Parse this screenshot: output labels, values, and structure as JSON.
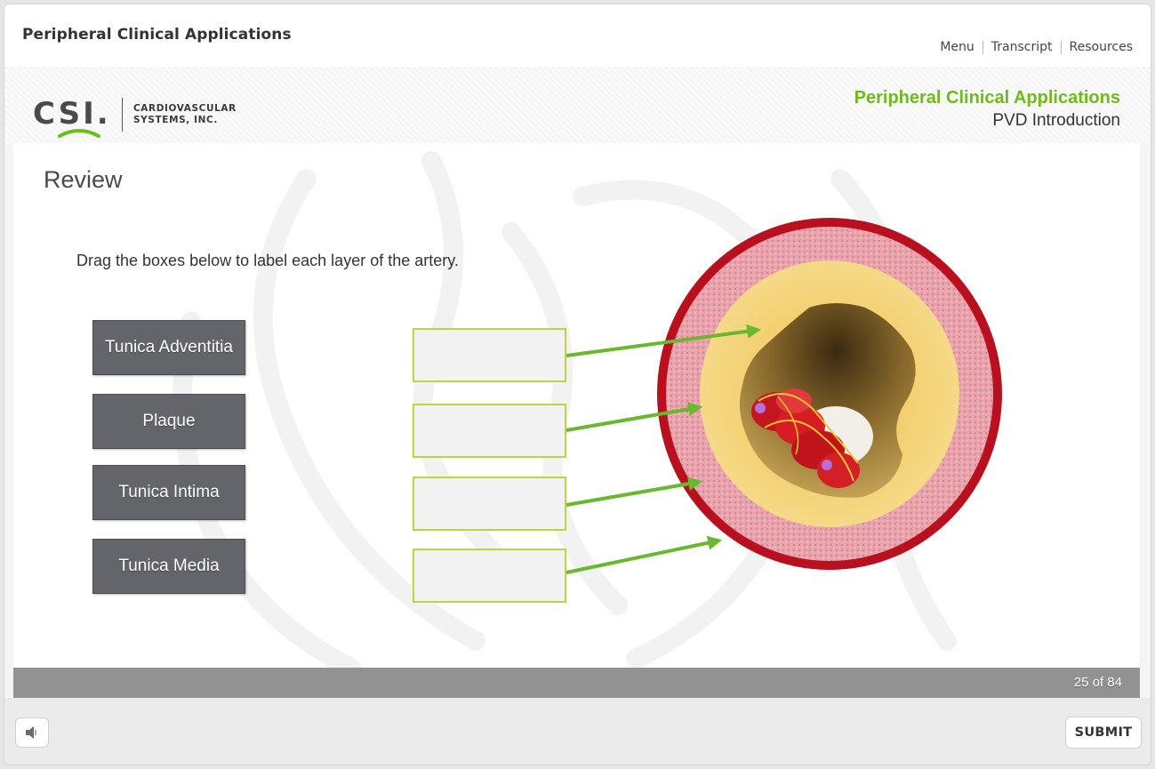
{
  "header": {
    "course_title": "Peripheral Clinical Applications",
    "links": [
      "Menu",
      "Transcript",
      "Resources"
    ]
  },
  "logo": {
    "mark": "CSI.",
    "company_line1": "CARDIOVASCULAR",
    "company_line2": "SYSTEMS, INC."
  },
  "lesson": {
    "title": "Peripheral Clinical Applications",
    "subtitle": "PVD Introduction"
  },
  "slide": {
    "title": "Review",
    "instruction": "Drag the boxes below to label each layer of the artery.",
    "drag_items": [
      "Tunica Adventitia",
      "Plaque",
      "Tunica Intima",
      "Tunica Media"
    ],
    "drop_targets": [
      "",
      "",
      "",
      ""
    ]
  },
  "footer": {
    "progress": "25 of 84",
    "submit_label": "SUBMIT"
  },
  "colors": {
    "accent_green": "#6fba1c",
    "drop_border": "#c0d43c",
    "drag_box": "#63656a",
    "artery_outer": "#b8101e",
    "arrow_green": "#6ab82e"
  },
  "icons": [
    "speaker-icon"
  ]
}
